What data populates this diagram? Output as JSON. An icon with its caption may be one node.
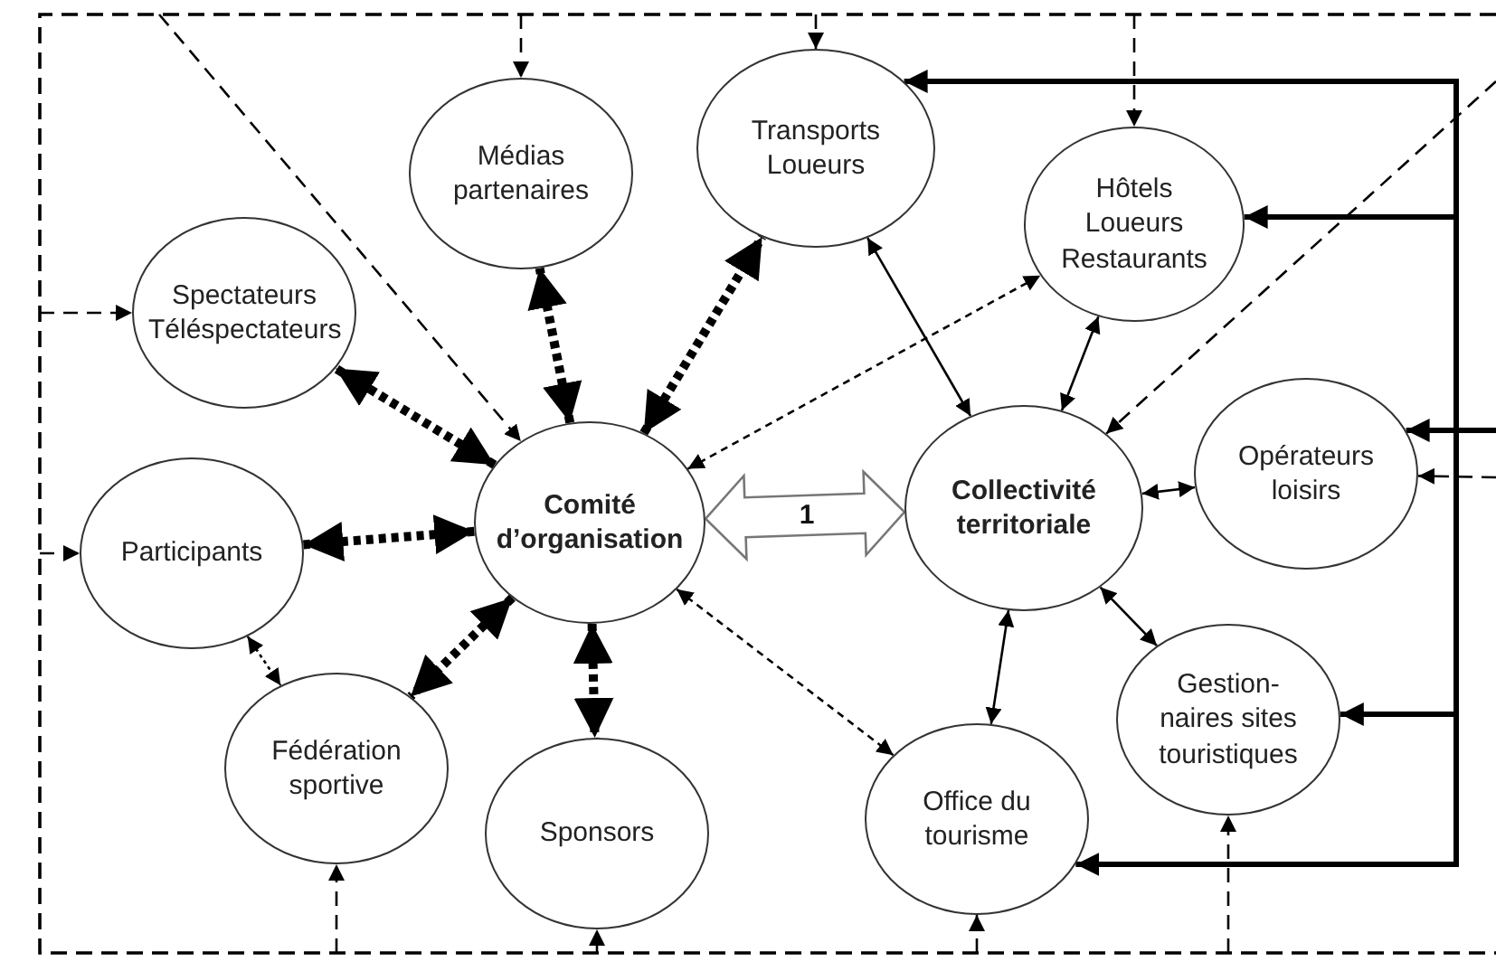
{
  "diagram": {
    "nodes": [
      {
        "text": [
          "Médias partenaires"
        ]
      },
      {
        "text": [
          "Transports Loueurs"
        ]
      },
      {
        "text": [
          "Hôtels Loueurs Restaurants"
        ]
      },
      {
        "text": [
          "Spectateurs Téléspectateurs"
        ]
      },
      {
        "text": [
          "Comité d’organisation"
        ]
      },
      {
        "text": [
          "Collectivité territoriale"
        ]
      },
      {
        "text": [
          "Opérateurs loisirs"
        ]
      },
      {
        "text": [
          "Participants"
        ]
      },
      {
        "text": [
          "Fédération sportive"
        ]
      },
      {
        "text": [
          "Gestion- naires sites touristiques"
        ]
      },
      {
        "text": [
          "Sponsors"
        ]
      },
      {
        "text": [
          "Office du tourisme"
        ]
      }
    ],
    "edges": [
      {
        "from": null,
        "to": 0,
        "arrow": "to",
        "style": "dashed"
      },
      {
        "from": null,
        "to": 1,
        "arrow": "to",
        "style": "dashed"
      },
      {
        "from": null,
        "to": 2,
        "arrow": "to",
        "style": "dashed"
      },
      {
        "from": null,
        "to": 3,
        "arrow": "to",
        "style": "dashed"
      },
      {
        "from": null,
        "to": 4,
        "arrow": "to",
        "style": "dashed"
      },
      {
        "from": null,
        "to": 5,
        "arrow": "to",
        "style": "dashed"
      },
      {
        "from": null,
        "to": 6,
        "arrow": "to",
        "style": "dashed"
      },
      {
        "from": null,
        "to": 7,
        "arrow": "to",
        "style": "dashed"
      },
      {
        "from": null,
        "to": 8,
        "arrow": "to",
        "style": "dashed"
      },
      {
        "from": null,
        "to": 9,
        "arrow": "to",
        "style": "dashed"
      },
      {
        "from": null,
        "to": 10,
        "arrow": "to",
        "style": "dashed"
      },
      {
        "from": null,
        "to": 11,
        "arrow": "to",
        "style": "dashed"
      },
      {
        "from": null,
        "to": 1,
        "arrow": "to",
        "style": "thick"
      },
      {
        "from": null,
        "to": 2,
        "arrow": "to",
        "style": "thick"
      },
      {
        "from": null,
        "to": 6,
        "arrow": "to",
        "style": "thick"
      },
      {
        "from": null,
        "to": 9,
        "arrow": "to",
        "style": "thick"
      },
      {
        "from": null,
        "to": 11,
        "arrow": "to",
        "style": "thick"
      },
      {
        "from": 4,
        "to": 0,
        "arrow": "both",
        "style": "dashed"
      },
      {
        "from": 4,
        "to": 1,
        "arrow": "both",
        "style": "dashed"
      },
      {
        "from": 4,
        "to": 3,
        "arrow": "both",
        "style": "dashed"
      },
      {
        "from": 4,
        "to": 7,
        "arrow": "both",
        "style": "dashed"
      },
      {
        "from": 4,
        "to": 8,
        "arrow": "both",
        "style": "dashed"
      },
      {
        "from": 4,
        "to": 10,
        "arrow": "both",
        "style": "dashed"
      },
      {
        "from": 4,
        "to": 2,
        "arrow": "both",
        "style": "dashed"
      },
      {
        "from": 4,
        "to": 11,
        "arrow": "both",
        "style": "dashed"
      },
      {
        "from": 4,
        "to": 5,
        "arrow": "both",
        "label": "1",
        "style": "thick"
      },
      {
        "from": 5,
        "to": 1,
        "arrow": "both"
      },
      {
        "from": 5,
        "to": 2,
        "arrow": "both"
      },
      {
        "from": 5,
        "to": 6,
        "arrow": "both"
      },
      {
        "from": 5,
        "to": 9,
        "arrow": "both"
      },
      {
        "from": 5,
        "to": 11,
        "arrow": "both"
      },
      {
        "from": 7,
        "to": 8,
        "arrow": "both",
        "style": "dashed"
      }
    ]
  }
}
